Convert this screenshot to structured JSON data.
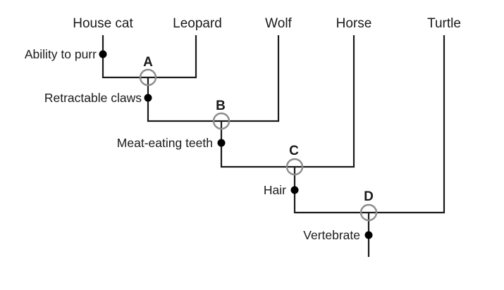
{
  "taxa": [
    {
      "id": "house-cat",
      "label": "House cat"
    },
    {
      "id": "leopard",
      "label": "Leopard"
    },
    {
      "id": "wolf",
      "label": "Wolf"
    },
    {
      "id": "horse",
      "label": "Horse"
    },
    {
      "id": "turtle",
      "label": "Turtle"
    }
  ],
  "nodes": [
    {
      "id": "a",
      "label": "A"
    },
    {
      "id": "b",
      "label": "B"
    },
    {
      "id": "c",
      "label": "C"
    },
    {
      "id": "d",
      "label": "D"
    }
  ],
  "traits": [
    {
      "id": "ability-to-purr",
      "label": "Ability to purr"
    },
    {
      "id": "retractable-claws",
      "label": "Retractable claws"
    },
    {
      "id": "meat-eating-teeth",
      "label": "Meat-eating teeth"
    },
    {
      "id": "hair",
      "label": "Hair"
    },
    {
      "id": "vertebrate",
      "label": "Vertebrate"
    }
  ]
}
